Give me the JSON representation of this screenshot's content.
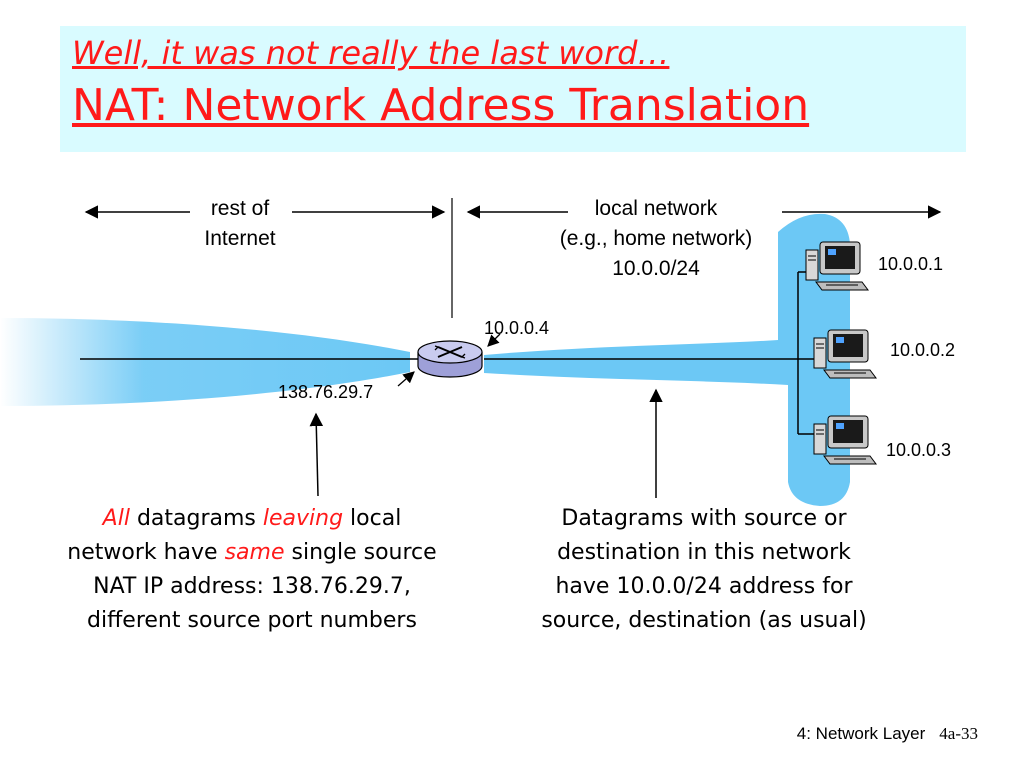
{
  "title": {
    "line1": "Well, it was not really the last word…",
    "line2": "NAT: Network Address Translation"
  },
  "labels": {
    "rest_of_internet_1": "rest of",
    "rest_of_internet_2": "Internet",
    "local_network_1": "local network",
    "local_network_2": "(e.g., home network)",
    "local_network_3": "10.0.0/24"
  },
  "router": {
    "internal_ip": "10.0.0.4",
    "external_ip": "138.76.29.7"
  },
  "hosts": [
    {
      "ip": "10.0.0.1"
    },
    {
      "ip": "10.0.0.2"
    },
    {
      "ip": "10.0.0.3"
    }
  ],
  "left_note": {
    "w_all": "All",
    "w_datagrams": " datagrams ",
    "w_leaving": "leaving",
    "w_local": " local",
    "w_network_have": "network have ",
    "w_same": "same",
    "w_single_source": " single source",
    "line3": "NAT IP address: 138.76.29.7,",
    "line4": "different source port numbers"
  },
  "right_note": {
    "line1": "Datagrams with source or",
    "line2": "destination in this network",
    "line3": "have 10.0.0/24 address for",
    "line4": "source, destination (as usual)"
  },
  "footer": {
    "chapter": "4: Network Layer",
    "page": "4a-33"
  },
  "colors": {
    "title_red": "#ff1a1a",
    "title_bg": "#d9fbff",
    "network_blue": "#6cc8f5",
    "router_fill": "#c9cbef"
  }
}
